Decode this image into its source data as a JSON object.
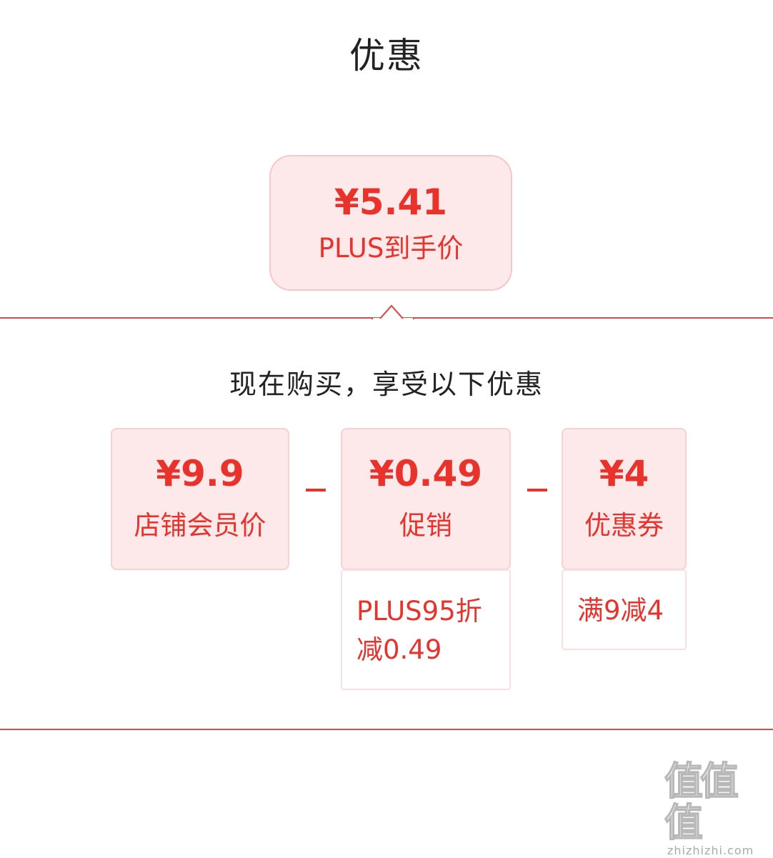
{
  "header": {
    "title": "优惠"
  },
  "final": {
    "price": "¥5.41",
    "label": "PLUS到手价"
  },
  "subtitle": "现在购买，享受以下优惠",
  "items": [
    {
      "amount": "¥9.9",
      "label": "店铺会员价"
    },
    {
      "operator": "-",
      "amount": "¥0.49",
      "label": "促销",
      "detail": [
        "PLUS95折",
        "减0.49"
      ]
    },
    {
      "operator": "-",
      "amount": "¥4",
      "label": "优惠券",
      "detail": [
        "满9减4"
      ]
    }
  ],
  "watermark": {
    "glyphs": "值值值",
    "url": "zhizhizhi.com"
  },
  "colors": {
    "accent": "#e8322b",
    "card_bg": "#fde9e9",
    "divider": "#e04a45"
  }
}
